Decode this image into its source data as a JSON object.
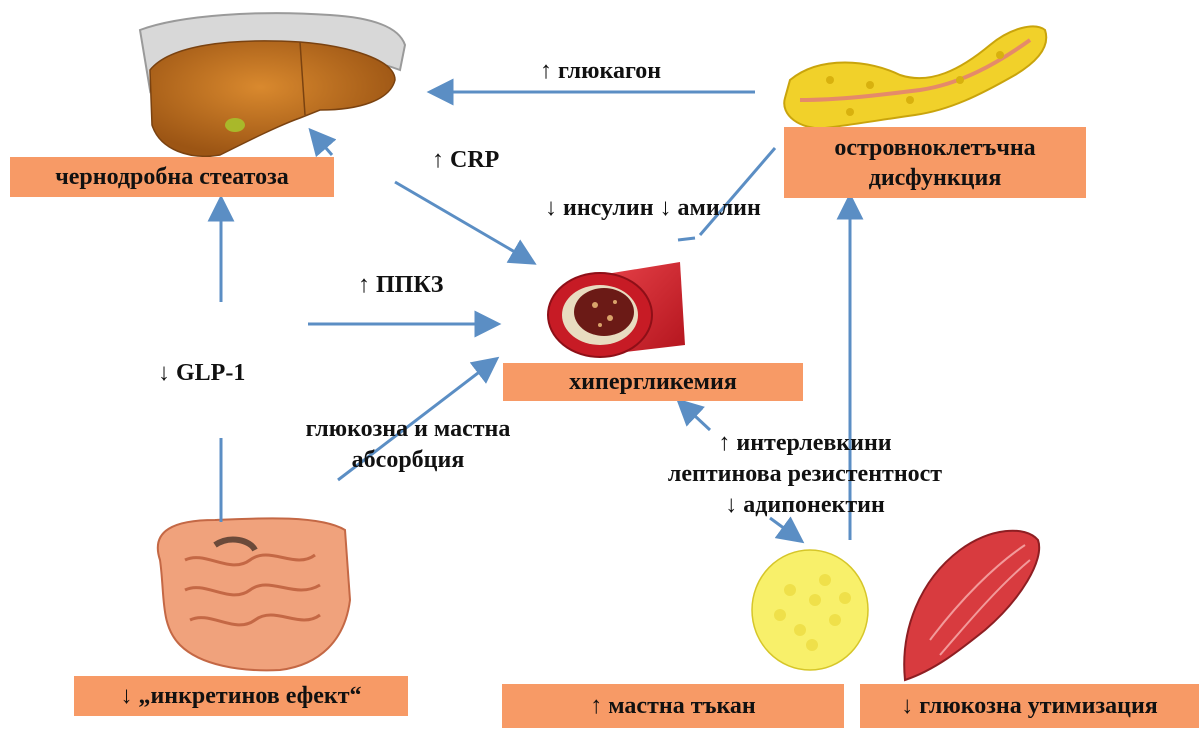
{
  "organs": {
    "liver": "liver-illustration",
    "pancreas": "pancreas-illustration",
    "vessel": "blood-vessel-illustration",
    "intestine": "intestine-illustration",
    "fat": "adipose-tissue-illustration",
    "muscle": "muscle-illustration"
  },
  "boxes": {
    "liver": "чернодробна стеатоза",
    "islet_line1": "островноклетъчна",
    "islet_line2": "дисфункция",
    "hyperglycemia": "хипергликемия",
    "incretin": "↓ „инкретинов ефект“",
    "fat_tissue": "↑ мастна тъкан",
    "glucose_util": "↓ глюкозна утимизация"
  },
  "labels": {
    "glucagon": "↑ глюкагон",
    "crp": "↑ CRP",
    "insulin": "↓ инсулин ↓ амилин",
    "ppkz": "↑ ППКЗ",
    "glp1": "↓ GLP-1",
    "absorption_line1": "глюкозна и мастна",
    "absorption_line2": "абсорбция",
    "interleukins": "↑ интерлевкини",
    "leptin": "лептинова резистентност",
    "adiponectin": "↓ адипонектин"
  },
  "colors": {
    "box": "#f79a66",
    "arrow": "#5b8ec4",
    "text": "#111111"
  }
}
